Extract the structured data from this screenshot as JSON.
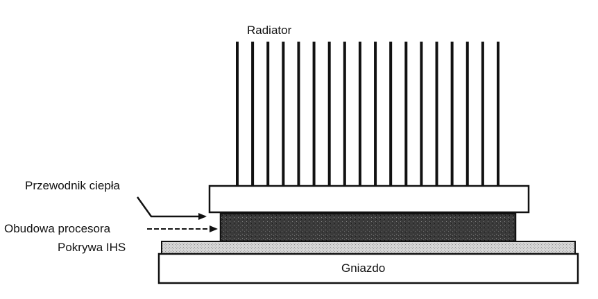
{
  "labels": {
    "radiator": "Radiator",
    "heat_conductor": "Przewodnik ciepła",
    "processor_case": "Obudowa procesora",
    "ihs_cover": "Pokrywa IHS",
    "socket": "Gniazdo"
  },
  "heatsink": {
    "fin_count": 18
  },
  "colors": {
    "ink": "#111111",
    "background": "#ffffff",
    "processor_fill": "#3a3a3a",
    "ihs_fill": "#cfcfcf"
  }
}
